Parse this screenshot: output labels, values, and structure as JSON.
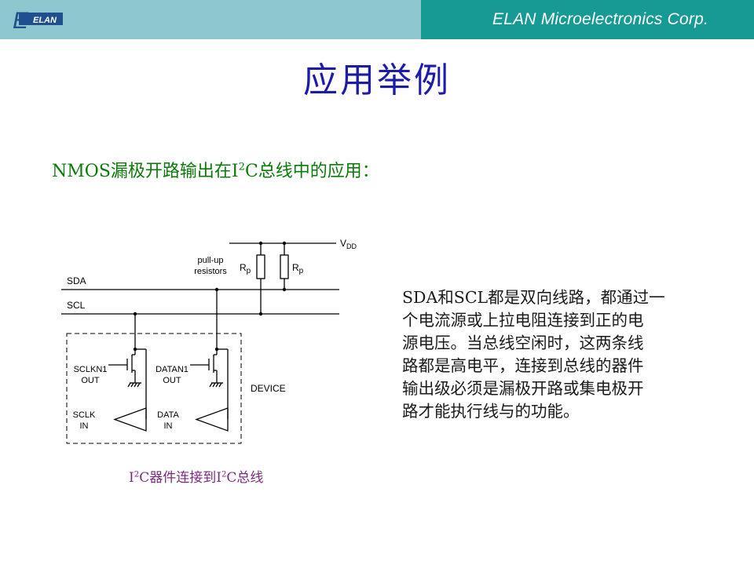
{
  "header": {
    "logo_text": "ELAN",
    "company": "ELAN Microelectronics Corp."
  },
  "title": "应用举例",
  "subtitle": {
    "before": "NMOS漏极开路输出在I",
    "sup": "2",
    "after": "C总线中的应用："
  },
  "diagram": {
    "vdd": "V",
    "vdd_sub": "DD",
    "pullup_line1": "pull-up",
    "pullup_line2": "resistors",
    "rp1": "R",
    "rp1_sub": "p",
    "rp2": "R",
    "rp2_sub": "p",
    "sda": "SDA",
    "scl": "SCL",
    "sclkn1": "SCLKN1",
    "sclkn1_out": "OUT",
    "datan1": "DATAN1",
    "datan1_out": "OUT",
    "sclk": "SCLK",
    "sclk_in": "IN",
    "data": "DATA",
    "data_in": "IN",
    "device": "DEVICE"
  },
  "paragraph": {
    "lines": [
      "SDA和SCL都是双向线路，都通过一",
      "个电流源或上拉电阻连接到正的电",
      "源电压。当总线空闲时，这两条线",
      "路都是高电平，连接到总线的器件",
      "输出级必须是漏极开路或集电极开",
      "路才能执行线与的功能。"
    ]
  },
  "caption": {
    "p1": "I",
    "sup1": "2",
    "p2": "C器件连接到I",
    "sup2": "2",
    "p3": "C总线"
  }
}
